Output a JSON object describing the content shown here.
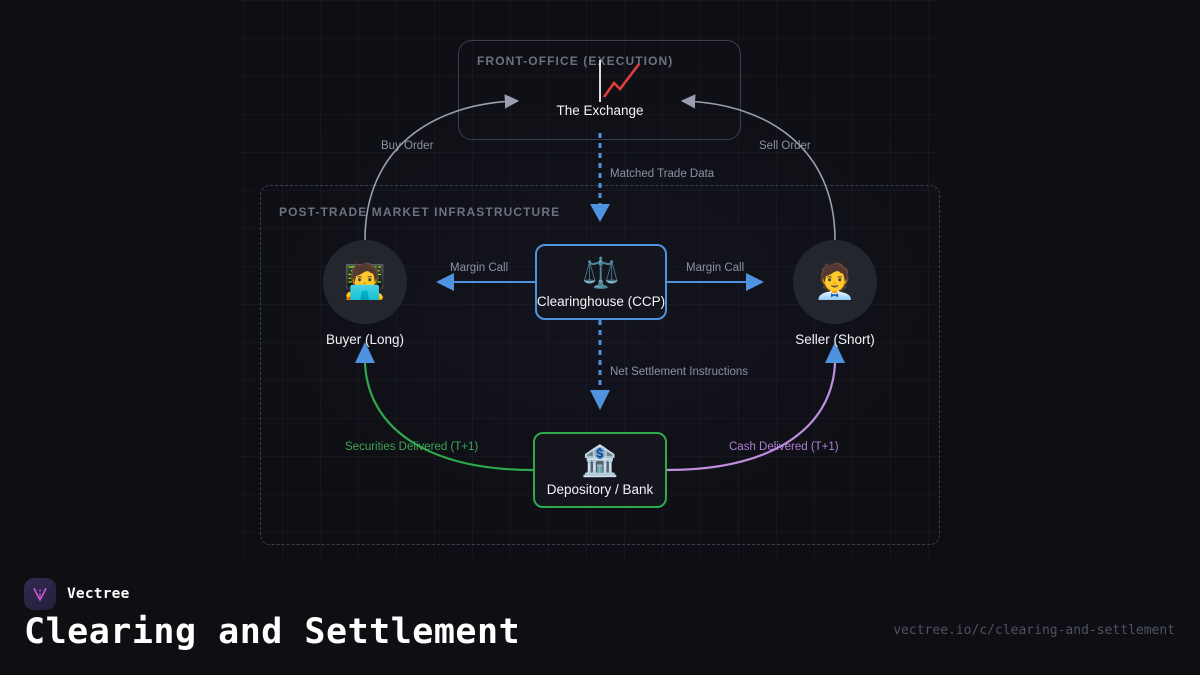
{
  "canvas": {
    "background_color": "#0e0e13",
    "grid": true
  },
  "groups": [
    {
      "id": "front_office",
      "label": "FRONT-OFFICE (EXECUTION)",
      "border_style": "solid",
      "border_color": "#3a4050"
    },
    {
      "id": "post_trade",
      "label": "POST-TRADE MARKET INFRASTRUCTURE",
      "border_style": "dashed",
      "border_color": "#3a4050"
    }
  ],
  "nodes": [
    {
      "id": "exchange",
      "label": "The Exchange",
      "icon": "chart-increasing-icon",
      "emoji": "📈",
      "shape": "plain",
      "accent": "#9aa0ae"
    },
    {
      "id": "buyer",
      "label": "Buyer (Long)",
      "icon": "technologist-icon",
      "emoji": "🧑‍💻",
      "shape": "circle",
      "accent": "#24262e"
    },
    {
      "id": "clearinghouse",
      "label": "Clearinghouse (CCP)",
      "icon": "balance-scale-icon",
      "emoji": "⚖️",
      "shape": "box",
      "accent": "#4f93e0"
    },
    {
      "id": "seller",
      "label": "Seller (Short)",
      "icon": "office-worker-icon",
      "emoji": "🧑‍💼",
      "shape": "circle",
      "accent": "#24262e"
    },
    {
      "id": "depository",
      "label": "Depository / Bank",
      "icon": "bank-icon",
      "emoji": "🏦",
      "shape": "box",
      "accent": "#2faa4a"
    }
  ],
  "edges": [
    {
      "id": "buy_order",
      "label": "Buy Order",
      "from": "buyer",
      "to": "exchange",
      "style": "curve-solid",
      "color": "#9aa0ae"
    },
    {
      "id": "sell_order",
      "label": "Sell Order",
      "from": "seller",
      "to": "exchange",
      "style": "curve-solid",
      "color": "#9aa0ae"
    },
    {
      "id": "matched_trade",
      "label": "Matched Trade Data",
      "from": "exchange",
      "to": "clearinghouse",
      "style": "dashed",
      "color": "#4f93e0"
    },
    {
      "id": "margin_call_left",
      "label": "Margin Call",
      "from": "clearinghouse",
      "to": "buyer",
      "style": "straight",
      "color": "#4f93e0"
    },
    {
      "id": "margin_call_right",
      "label": "Margin Call",
      "from": "clearinghouse",
      "to": "seller",
      "style": "straight",
      "color": "#4f93e0"
    },
    {
      "id": "net_settlement",
      "label": "Net Settlement Instructions",
      "from": "clearinghouse",
      "to": "depository",
      "style": "dashed",
      "color": "#4f93e0"
    },
    {
      "id": "securities",
      "label": "Securities Delivered (T+1)",
      "from": "depository",
      "to": "buyer",
      "style": "curve-solid",
      "color": "#2faa4a"
    },
    {
      "id": "cash",
      "label": "Cash Delivered (T+1)",
      "from": "depository",
      "to": "seller",
      "style": "curve-solid",
      "color": "#c08ee0"
    }
  ],
  "footer": {
    "brand": "Vectree",
    "logo_icon": "vectree-logo-icon",
    "title": "Clearing and Settlement",
    "url": "vectree.io/c/clearing-and-settlement"
  }
}
